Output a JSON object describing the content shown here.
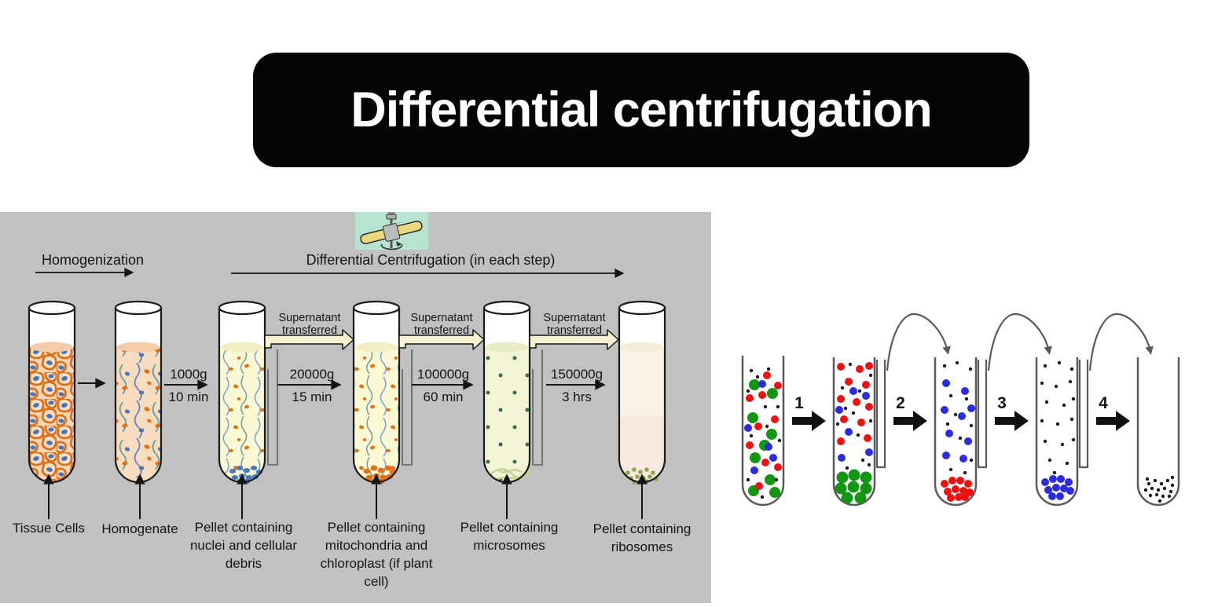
{
  "title": "Differential centrifugation",
  "left_panel": {
    "homogenization_label": "Homogenization",
    "centrifugation_label": "Differential Centrifugation (in each step)",
    "supernatant": {
      "line1": "Supernatant",
      "line2": "transferred"
    },
    "steps": [
      {
        "force": "1000g",
        "time": "10 min"
      },
      {
        "force": "20000g",
        "time": "15 min"
      },
      {
        "force": "100000g",
        "time": "60 min"
      },
      {
        "force": "150000g",
        "time": "3 hrs"
      }
    ],
    "tube_labels": [
      {
        "lines": [
          "Tissue Cells"
        ]
      },
      {
        "lines": [
          "Homogenate"
        ]
      },
      {
        "lines": [
          "Pellet containing",
          "nuclei and cellular",
          "debris"
        ]
      },
      {
        "lines": [
          "Pellet containing",
          "mitochondria and",
          "chloroplast (if plant",
          "cell)"
        ]
      },
      {
        "lines": [
          "Pellet containing",
          "microsomes"
        ]
      },
      {
        "lines": [
          "Pellet containing",
          "ribosomes"
        ]
      }
    ]
  },
  "right_panel": {
    "step_numbers": [
      "1",
      "2",
      "3",
      "4"
    ]
  },
  "colors": {
    "banner_bg": "#050505",
    "banner_text": "#ffffff",
    "panel_bg": "#c1c1c1",
    "centrifuge_box_bg": "#b7e4d0",
    "transfer_arrow_fill": "#f6f2cf",
    "tissue_liquid": "#f8dcc0",
    "supernatant_liquid": "#fbf9d4",
    "cell_orange": "#d8701e",
    "nucleus_blue": "#4a74ba",
    "pellet_blue": "#4a78bc",
    "pellet_orange": "#e2711c",
    "pellet_green_dots": "#93a24c",
    "dot_green": "#149614",
    "dot_red": "#ee1111",
    "dot_blue": "#2b2bdf",
    "dot_black": "#1b1b1b"
  }
}
